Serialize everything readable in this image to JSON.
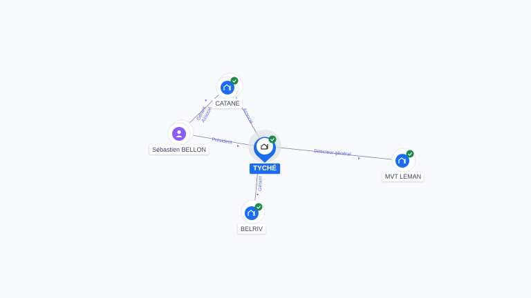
{
  "nodes": {
    "catane": {
      "label": "CATANE",
      "icon": "company-icon",
      "verified": true
    },
    "sebastien": {
      "label": "Sébastien BELLON",
      "icon": "person-icon"
    },
    "tyche": {
      "label": "TYCHÉ",
      "icon": "company-icon",
      "verified": true
    },
    "mvt": {
      "label": "MVT LEMAN",
      "icon": "company-icon",
      "verified": true
    },
    "belriv": {
      "label": "BELRIV",
      "icon": "company-icon",
      "verified": true
    }
  },
  "edges": {
    "seb_catane_1": "Gérant",
    "seb_catane_2": "Associé",
    "catane_tyche": "Associé",
    "seb_tyche": "Président",
    "tyche_mvt": "Directeur général",
    "tyche_belriv": "Gérant"
  },
  "colors": {
    "primary": "#1a6cf0",
    "person": "#8b5cf6",
    "check": "#1b8a4a",
    "edge": "#7a8196"
  }
}
